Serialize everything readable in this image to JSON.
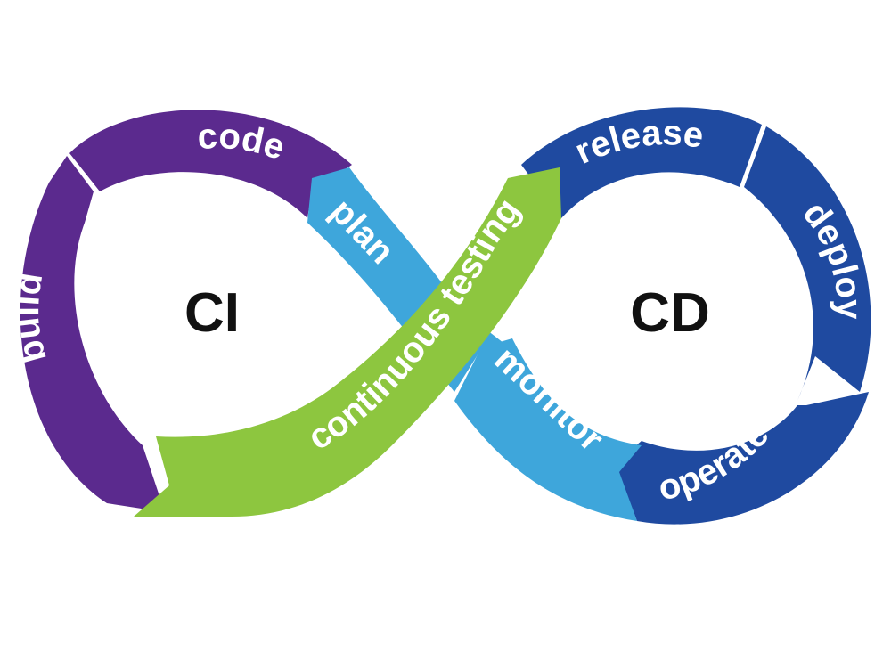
{
  "diagram": {
    "left_loop": {
      "center_label": "CI",
      "segments": {
        "code": "code",
        "build": "build"
      }
    },
    "right_loop": {
      "center_label": "CD",
      "segments": {
        "release": "release",
        "deploy": "deploy",
        "operate": "operate",
        "monitor": "monitor"
      }
    },
    "crossing": {
      "plan": "plan",
      "continuous_testing": "continuous testing"
    }
  },
  "colors": {
    "purple": "#5b2a8e",
    "blue_dark": "#1f4aa0",
    "blue_light": "#3ea6db",
    "green": "#8dc63f",
    "background": "#ffffff",
    "center_text": "#111111",
    "label_text": "#ffffff"
  }
}
